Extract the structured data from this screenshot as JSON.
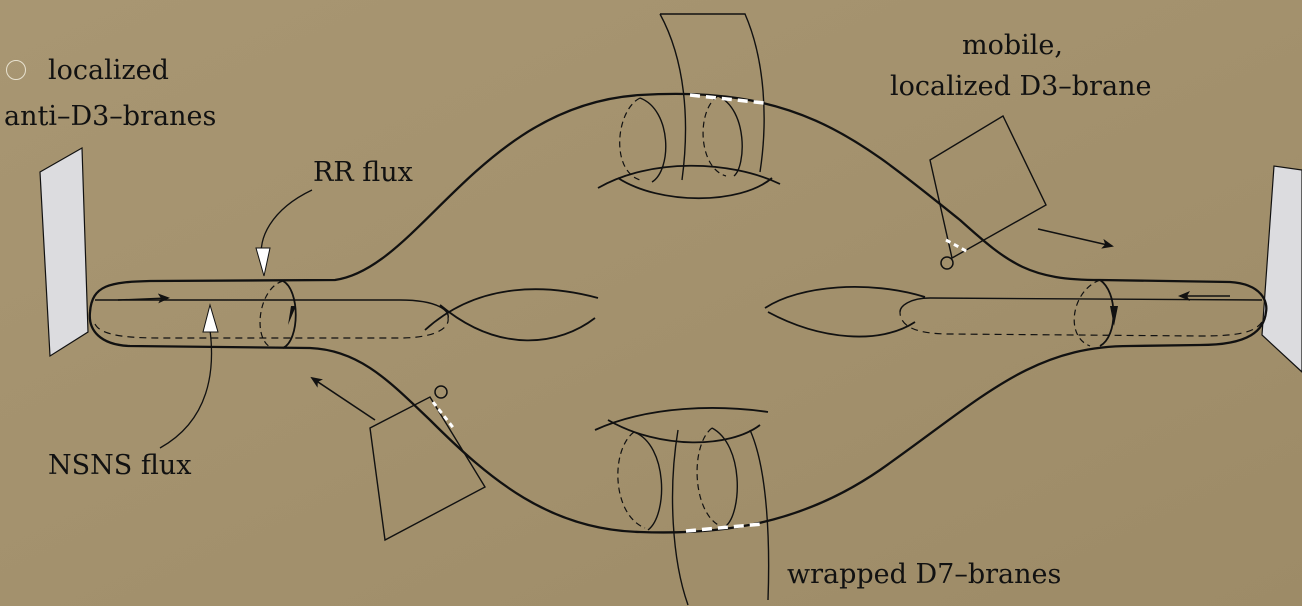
{
  "labels": {
    "legend": "localized",
    "anti_d3_branes": "anti–D3–branes",
    "rr_flux": "RR flux",
    "nsns_flux": "NSNS flux",
    "mobile": "mobile,",
    "localized_d3": "localized D3–brane",
    "wrapped_d7": "wrapped D7–branes"
  },
  "colors": {
    "background": "#a69470",
    "line": "#111111",
    "brane_fill": "#dcdcdf",
    "legend_circle": "#e8e2d0",
    "d7_dash": "#ffffff"
  },
  "icons": {
    "legend": "hollow-circle-icon",
    "d3_brane": "small-circle-icon",
    "motion": "arrow-icon"
  }
}
